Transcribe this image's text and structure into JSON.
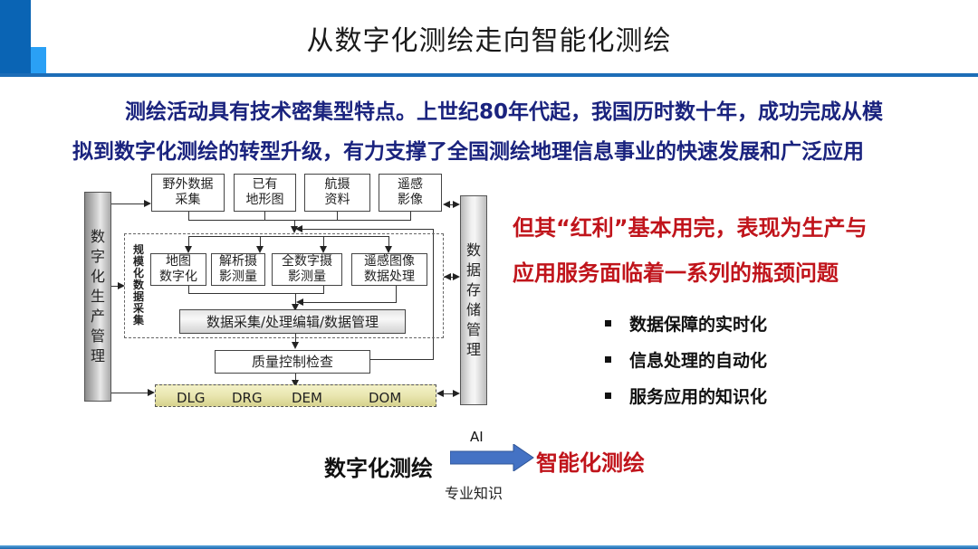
{
  "header": {
    "title": "从数字化测绘走向智能化测绘"
  },
  "intro": {
    "line1": "测绘活动具有技术密集型特点。上世纪80年代起，我国历时数十年，成功完成从模",
    "line2": "拟到数字化测绘的转型升级，有力支撑了全国测绘地理信息事业的快速发展和广泛应用"
  },
  "diagram": {
    "left_bar": [
      "数",
      "字",
      "化",
      "生",
      "产",
      "管",
      "理"
    ],
    "right_bar": [
      "数",
      "据",
      "存",
      "储",
      "管",
      "理"
    ],
    "sources": [
      {
        "l1": "野外数据",
        "l2": "采集"
      },
      {
        "l1": "已有",
        "l2": "地形图"
      },
      {
        "l1": "航摄",
        "l2": "资料"
      },
      {
        "l1": "遥感",
        "l2": "影像"
      }
    ],
    "group_label": [
      "规",
      "模",
      "化",
      "数",
      "据",
      "采",
      "集"
    ],
    "methods": [
      {
        "l1": "地图",
        "l2": "数字化"
      },
      {
        "l1": "解析摄",
        "l2": "影测量"
      },
      {
        "l1": "全数字摄",
        "l2": "影测量"
      },
      {
        "l1": "遥感图像",
        "l2": "数据处理"
      }
    ],
    "process": "数据采集/处理编辑/数据管理",
    "quality": "质量控制检查",
    "products": [
      "DLG",
      "DRG",
      "DEM",
      "DOM"
    ]
  },
  "right": {
    "headline1": "但其“红利”基本用完，表现为生产与",
    "headline2": "应用服务面临着一系列的瓶颈问题",
    "bullets": [
      "数据保障的实时化",
      "信息处理的自动化",
      "服务应用的知识化"
    ]
  },
  "transition": {
    "from": "数字化测绘",
    "to": "智能化测绘",
    "above": "AI",
    "below": "专业知识",
    "arrow_color": "#4472c4"
  },
  "colors": {
    "header_dark": "#0a64b4",
    "header_light": "#2aa0f5",
    "intro": "#1a237e",
    "accent_red": "#c0141b"
  }
}
